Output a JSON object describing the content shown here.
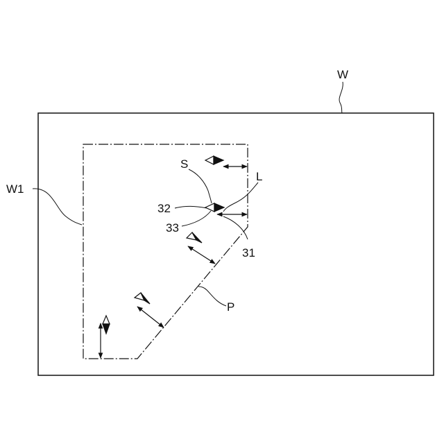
{
  "labels": {
    "workpiece": "W",
    "region": "W1",
    "sensor": "S",
    "distance": "L",
    "path": "P",
    "part_31": "31",
    "part_32": "32",
    "part_33": "33"
  },
  "colors": {
    "line": "#111111",
    "background": "#ffffff"
  }
}
